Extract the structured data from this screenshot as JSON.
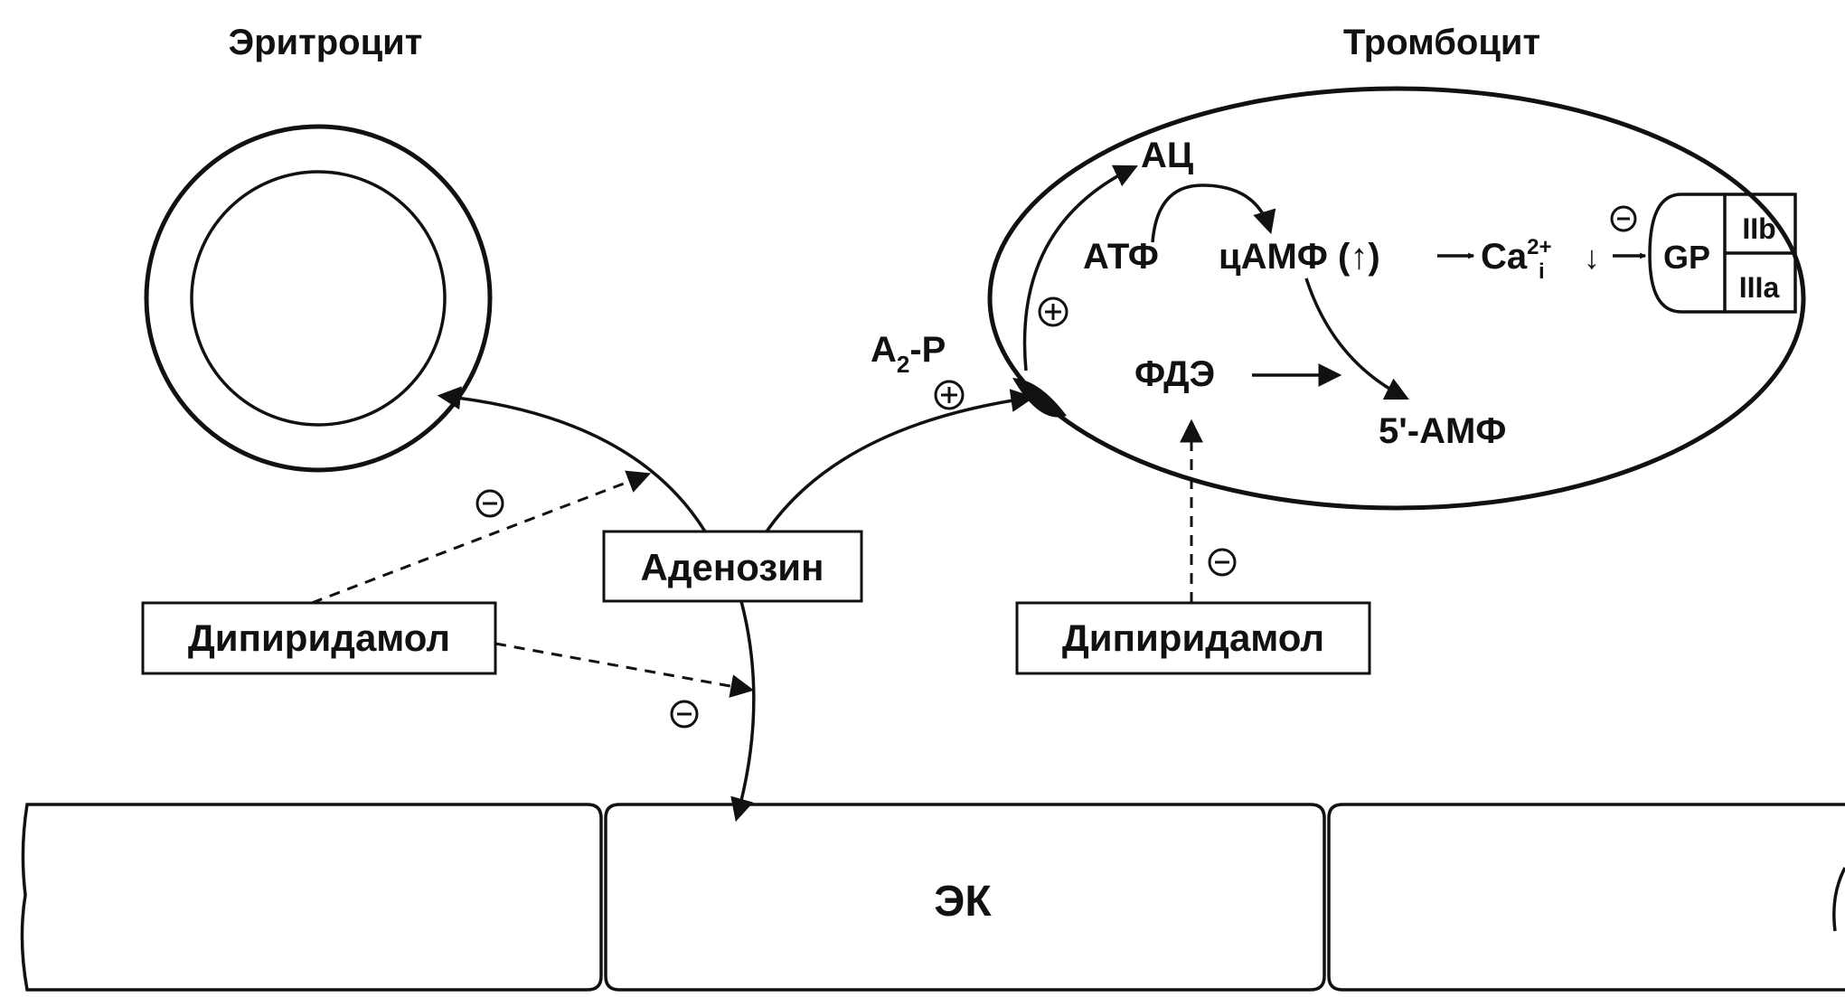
{
  "labels": {
    "erythrocyte": "Эритроцит",
    "platelet": "Тромбоцит",
    "adenosine": "Аденозин",
    "dipyridamole_left": "Дипиридамол",
    "dipyridamole_right": "Дипиридамол",
    "ec": "ЭК",
    "a2p": "A",
    "a2p_sub": "2",
    "a2p_suffix": "-P",
    "ac": "АЦ",
    "atp": "АТФ",
    "camp": "цАМФ (↑)",
    "ca": "Ca",
    "ca_sup": "2+",
    "ca_sub": "i",
    "ca_arrow": "↓",
    "gp": "GP",
    "iib": "IIb",
    "iiia": "IIIa",
    "pde": "ФДЭ",
    "amp5": "5'-АМФ"
  }
}
